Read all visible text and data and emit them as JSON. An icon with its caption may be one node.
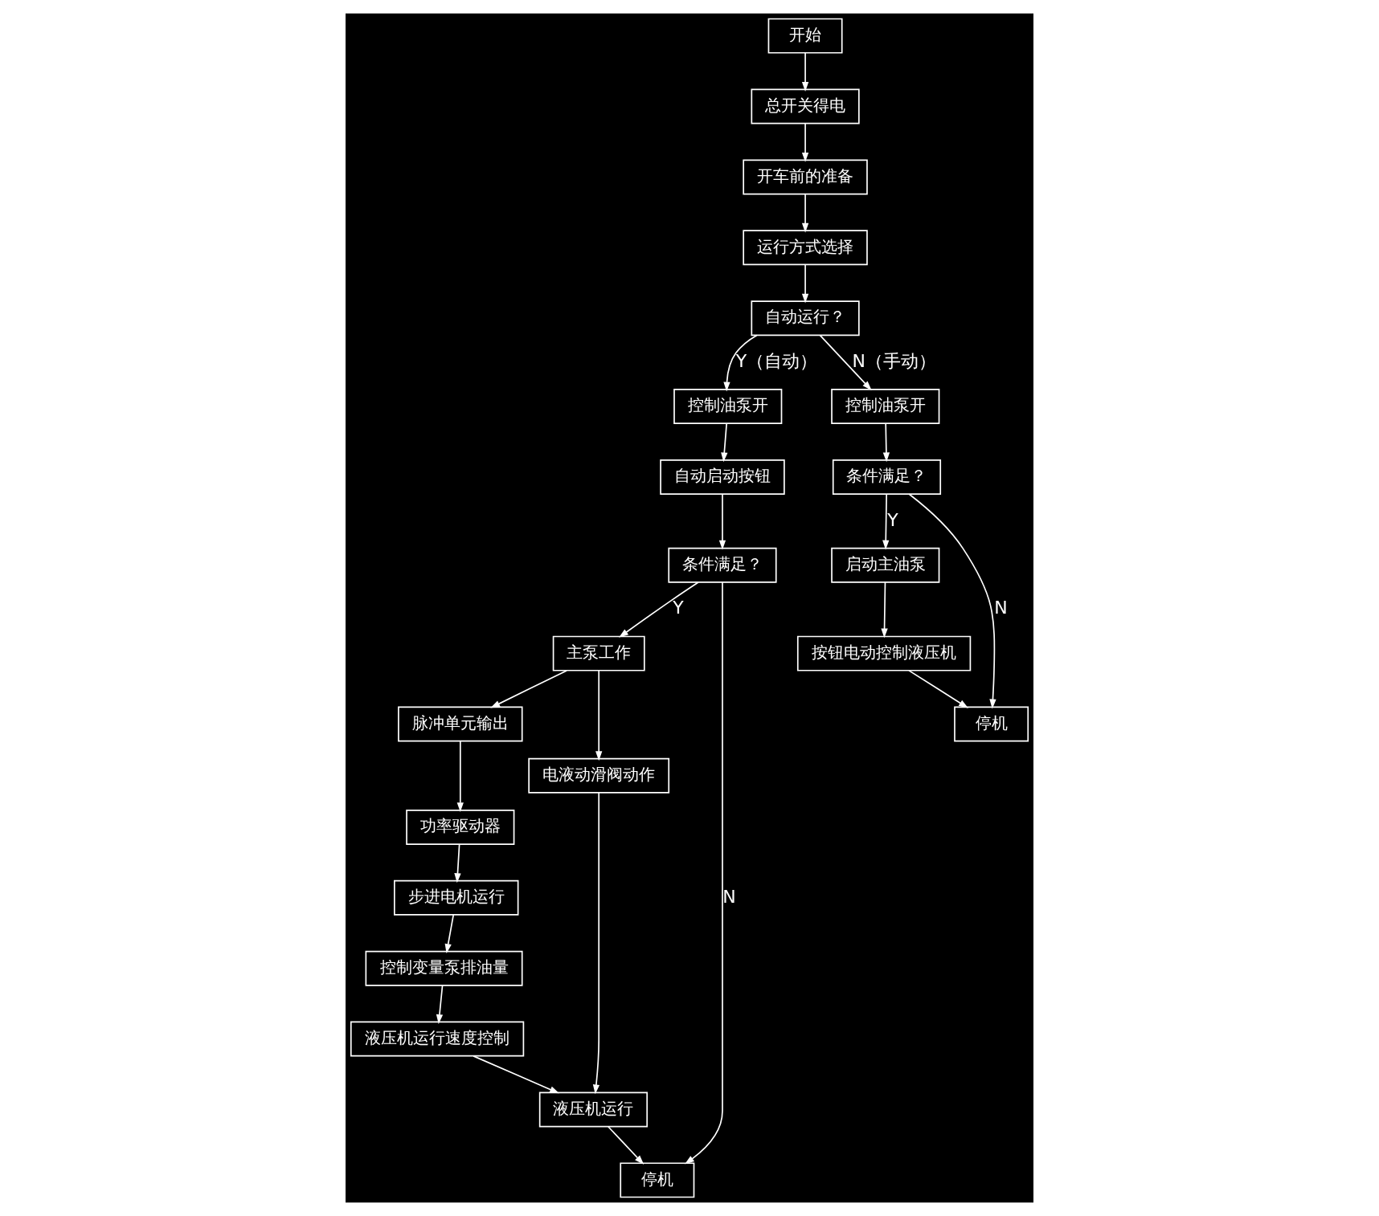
{
  "diagram": {
    "nodes": [
      {
        "text": [
          "开始"
        ]
      },
      {
        "text": [
          "总开关得电"
        ]
      },
      {
        "text": [
          "开车前的准备"
        ]
      },
      {
        "text": [
          "运行方式选择"
        ]
      },
      {
        "text": [
          "自动运行？"
        ]
      },
      {
        "text": [
          "控制油泵开"
        ]
      },
      {
        "text": [
          "自动启动按钮"
        ]
      },
      {
        "text": [
          "条件满足？"
        ]
      },
      {
        "text": [
          "主泵工作"
        ]
      },
      {
        "text": [
          "脉冲单元输出"
        ]
      },
      {
        "text": [
          "电液动滑阀动作"
        ]
      },
      {
        "text": [
          "功率驱动器"
        ]
      },
      {
        "text": [
          "液压机运行"
        ]
      },
      {
        "text": [
          "步进电机运行"
        ]
      },
      {
        "text": [
          "停机"
        ]
      },
      {
        "text": [
          "控制变量泵排油量"
        ]
      },
      {
        "text": [
          "液压机运行速度控制"
        ]
      },
      {
        "text": [
          "控制油泵开"
        ]
      },
      {
        "text": [
          "条件满足？"
        ]
      },
      {
        "text": [
          "启动主油泵"
        ]
      },
      {
        "text": [
          "按钮电动控制液压机"
        ]
      },
      {
        "text": [
          "停机"
        ]
      }
    ],
    "edges": [
      {
        "from": 0,
        "to": 1,
        "arrow": "to"
      },
      {
        "from": 1,
        "to": 2,
        "arrow": "to"
      },
      {
        "from": 2,
        "to": 3,
        "arrow": "to"
      },
      {
        "from": 3,
        "to": 4,
        "arrow": "to"
      },
      {
        "from": 4,
        "to": 5,
        "arrow": "to",
        "label": "Y（自动）"
      },
      {
        "from": 4,
        "to": 17,
        "arrow": "to",
        "label": "N（手动）"
      },
      {
        "from": 5,
        "to": 6,
        "arrow": "to"
      },
      {
        "from": 6,
        "to": 7,
        "arrow": "to"
      },
      {
        "from": 7,
        "to": 8,
        "arrow": "to",
        "label": "Y"
      },
      {
        "from": 7,
        "to": 14,
        "arrow": "to",
        "label": "N"
      },
      {
        "from": 8,
        "to": 9,
        "arrow": "to"
      },
      {
        "from": 8,
        "to": 10,
        "arrow": "to"
      },
      {
        "from": 10,
        "to": 12,
        "arrow": "to"
      },
      {
        "from": 12,
        "to": 14,
        "arrow": "to"
      },
      {
        "from": 9,
        "to": 11,
        "arrow": "to"
      },
      {
        "from": 11,
        "to": 13,
        "arrow": "to"
      },
      {
        "from": 13,
        "to": 15,
        "arrow": "to"
      },
      {
        "from": 15,
        "to": 16,
        "arrow": "to"
      },
      {
        "from": 16,
        "to": 12,
        "arrow": "to"
      },
      {
        "from": 17,
        "to": 18,
        "arrow": "to"
      },
      {
        "from": 18,
        "to": 19,
        "arrow": "to",
        "label": "Y"
      },
      {
        "from": 18,
        "to": 21,
        "arrow": "to",
        "label": "N"
      },
      {
        "from": 19,
        "to": 20,
        "arrow": "to"
      },
      {
        "from": 20,
        "to": 21,
        "arrow": "to"
      }
    ]
  }
}
